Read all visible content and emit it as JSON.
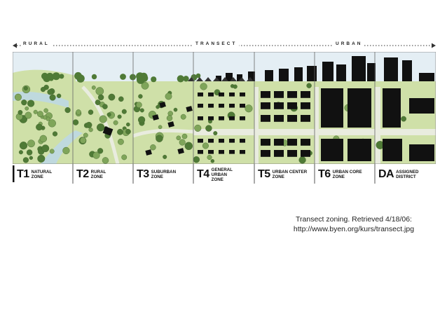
{
  "transect_header": {
    "left": "RURAL",
    "middle": "TRANSECT",
    "right": "URBAN"
  },
  "zones": [
    {
      "code": "T1",
      "name": "NATURAL\nZONE"
    },
    {
      "code": "T2",
      "name": "RURAL\nZONE"
    },
    {
      "code": "T3",
      "name": "SUBURBAN\nZONE"
    },
    {
      "code": "T4",
      "name": "GENERAL URBAN\nZONE"
    },
    {
      "code": "T5",
      "name": "URBAN CENTER\nZONE"
    },
    {
      "code": "T6",
      "name": "URBAN CORE\nZONE"
    },
    {
      "code": "DA",
      "name": "ASSIGNED\nDISTRICT"
    }
  ],
  "caption": {
    "line1": "Transect zoning.  Retrieved 4/18/06:",
    "line2": "http://www.byen.org/kurs/transect.jpg"
  },
  "colors": {
    "sky": "#e4eef4",
    "grass": "#cfe0a8",
    "tree": "#7fa55a",
    "tree_dark": "#4f7a36",
    "water": "#bfd9de",
    "building": "#111111",
    "road": "#e9ecdf"
  }
}
